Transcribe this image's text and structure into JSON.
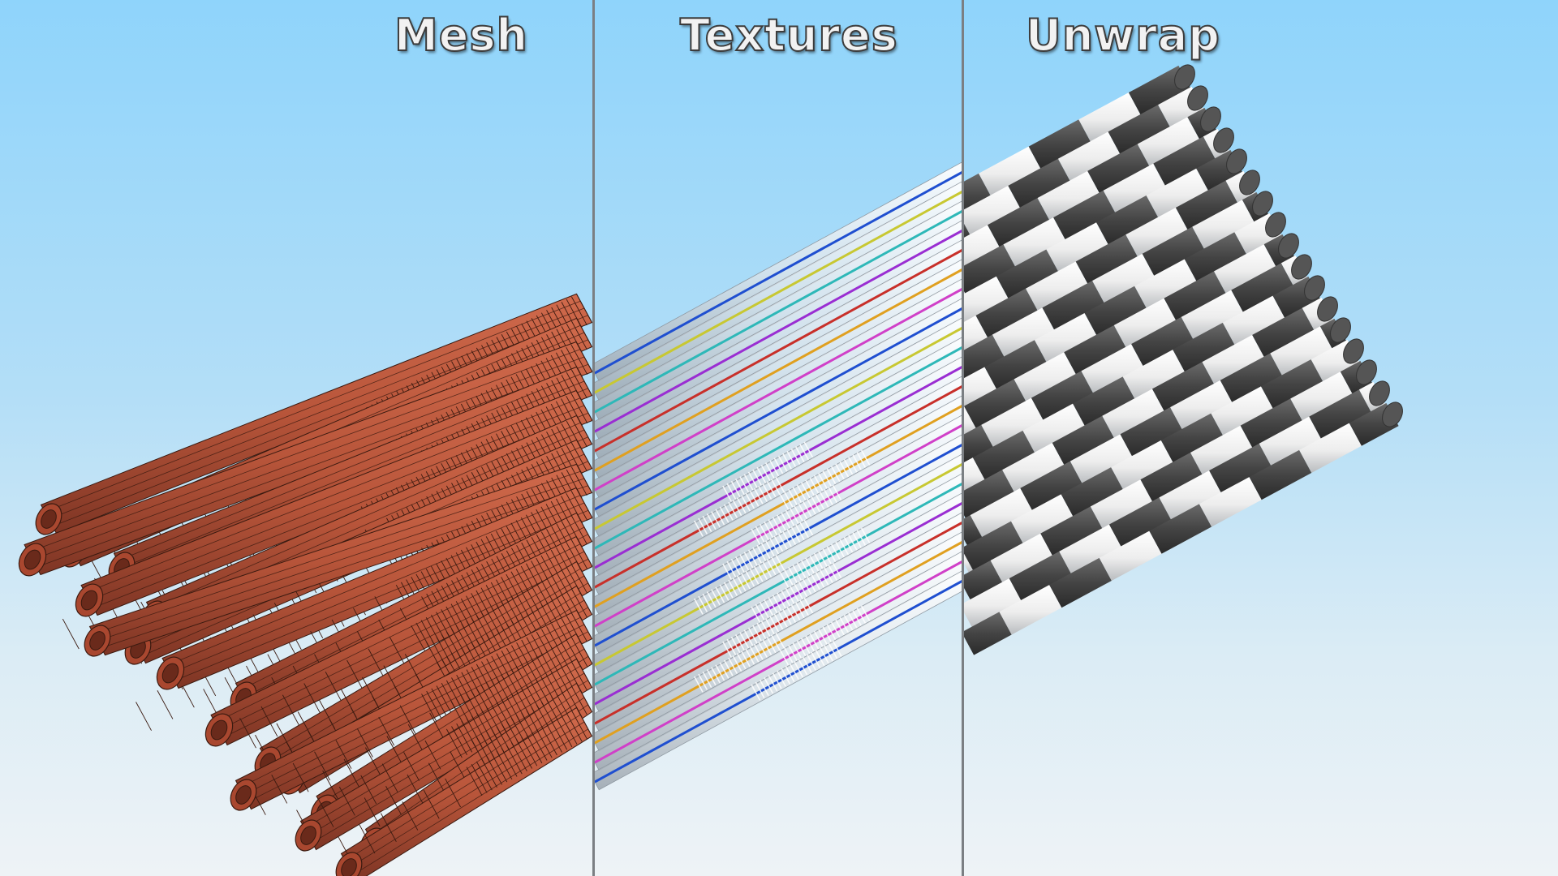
{
  "panels": [
    {
      "key": "mesh",
      "title": "Mesh",
      "description": "wireframe mesh view of bundled straws"
    },
    {
      "key": "textures",
      "title": "Textures",
      "description": "translucent straws with colored stripes"
    },
    {
      "key": "unwrap",
      "title": "Unwrap",
      "description": "UV checker pattern on straws"
    }
  ],
  "colors": {
    "sky_top": "#8fd4fb",
    "sky_bottom": "#eef3f6",
    "divider": "#7b7f83",
    "mesh_fill": "#b8553a",
    "mesh_wire": "#3a1a10",
    "checker_dark": "#4a4a4a",
    "checker_light": "#f2f2f2",
    "stripe_colors": [
      "#1f4fd0",
      "#c8c832",
      "#2eb8b8",
      "#9a2ed2",
      "#c8302a",
      "#e0a020",
      "#d040c8"
    ]
  }
}
